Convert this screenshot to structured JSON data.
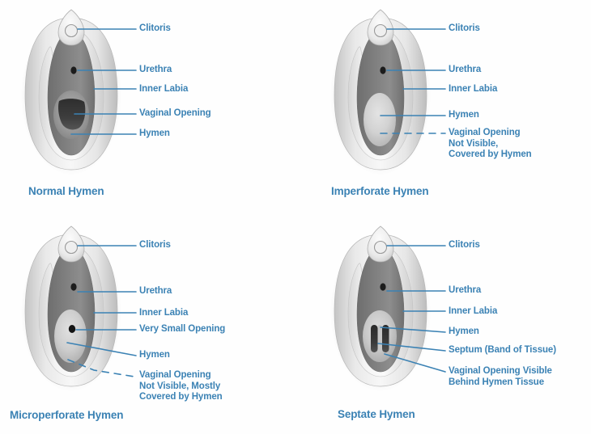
{
  "figure": {
    "background_color": "#fefefe",
    "label_color": "#3b82b4",
    "title_color": "#3b82b4",
    "leader_line_color": "#3b82b4"
  },
  "panels": [
    {
      "id": "normal",
      "title": "Normal Hymen",
      "labels": [
        {
          "text": "Clitoris",
          "style": "solid"
        },
        {
          "text": "Urethra",
          "style": "solid"
        },
        {
          "text": "Inner Labia",
          "style": "solid"
        },
        {
          "text": "Vaginal Opening",
          "style": "solid"
        },
        {
          "text": "Hymen",
          "style": "solid"
        }
      ]
    },
    {
      "id": "imperforate",
      "title": "Imperforate Hymen",
      "labels": [
        {
          "text": "Clitoris",
          "style": "solid"
        },
        {
          "text": "Urethra",
          "style": "solid"
        },
        {
          "text": "Inner Labia",
          "style": "solid"
        },
        {
          "text": "Hymen",
          "style": "solid"
        },
        {
          "text": "Vaginal Opening\nNot Visible,\nCovered by Hymen",
          "style": "dashed"
        }
      ]
    },
    {
      "id": "microperforate",
      "title": "Microperforate Hymen",
      "labels": [
        {
          "text": "Clitoris",
          "style": "solid"
        },
        {
          "text": "Urethra",
          "style": "solid"
        },
        {
          "text": "Inner Labia",
          "style": "solid"
        },
        {
          "text": "Very Small Opening",
          "style": "solid"
        },
        {
          "text": "Hymen",
          "style": "solid"
        },
        {
          "text": "Vaginal Opening\nNot Visible, Mostly\nCovered by Hymen",
          "style": "dashed"
        }
      ]
    },
    {
      "id": "septate",
      "title": "Septate Hymen",
      "labels": [
        {
          "text": "Clitoris",
          "style": "solid"
        },
        {
          "text": "Urethra",
          "style": "solid"
        },
        {
          "text": "Inner Labia",
          "style": "solid"
        },
        {
          "text": "Hymen",
          "style": "solid"
        },
        {
          "text": "Septum (Band of Tissue)",
          "style": "solid"
        },
        {
          "text": "Vaginal Opening Visible\nBehind Hymen Tissue",
          "style": "solid"
        }
      ]
    }
  ]
}
